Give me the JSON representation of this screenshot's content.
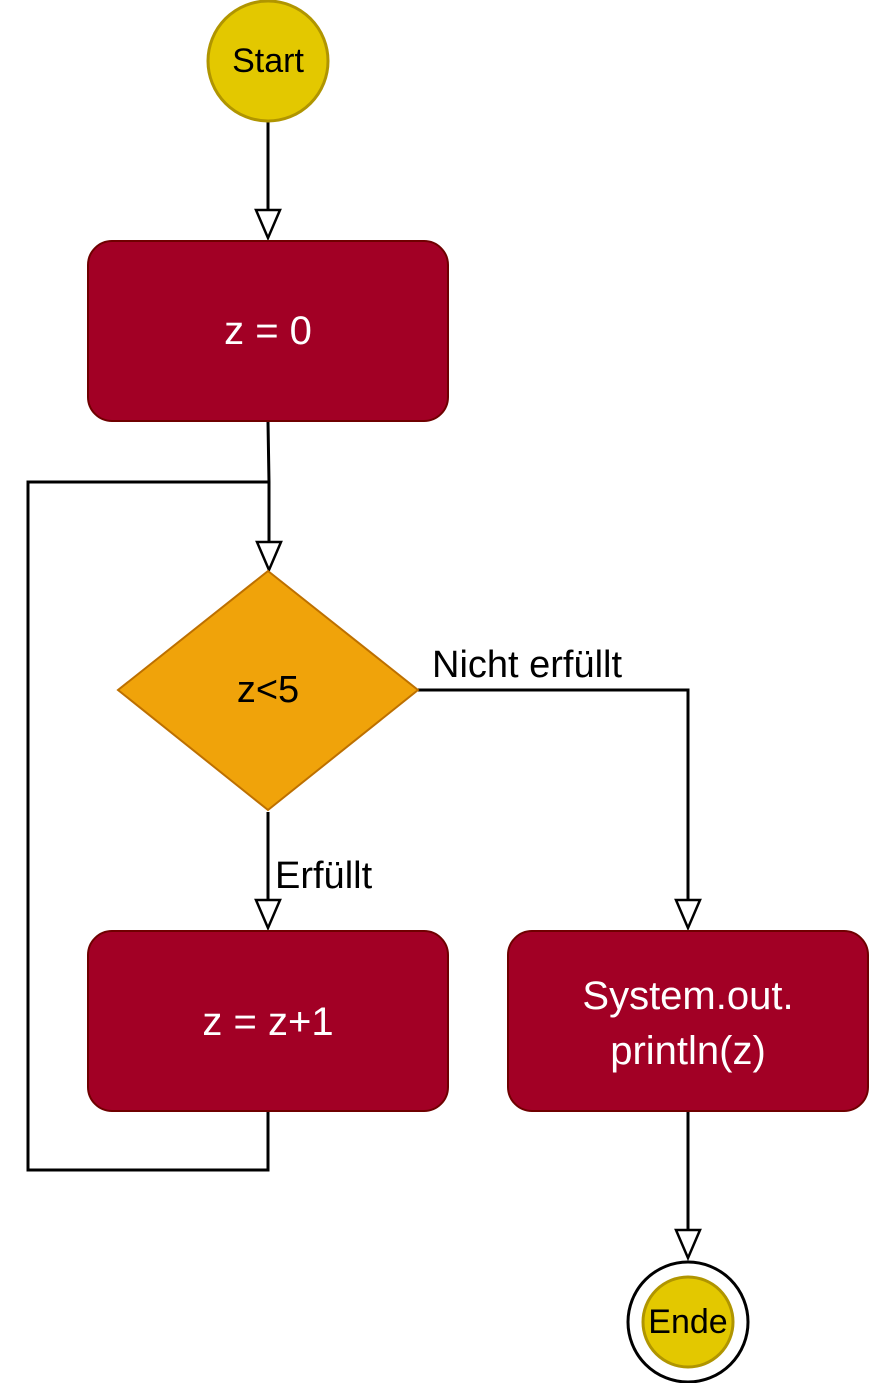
{
  "flowchart": {
    "start": {
      "label": "Start"
    },
    "init": {
      "label": "z = 0"
    },
    "condition": {
      "label": "z<5"
    },
    "increment": {
      "label": "z = z+1"
    },
    "output": {
      "line1": "System.out.",
      "line2": "println(z)"
    },
    "end": {
      "label": "Ende"
    },
    "edge_true_label": "Erfüllt",
    "edge_false_label": "Nicht erfüllt"
  },
  "colors": {
    "terminal_fill": "#e3c800",
    "terminal_stroke": "#b09500",
    "process_fill": "#a20025",
    "process_stroke": "#6f0000",
    "process_text": "#ffffff",
    "decision_fill": "#f0a30a",
    "decision_stroke": "#bd7000",
    "edge": "#000000"
  }
}
